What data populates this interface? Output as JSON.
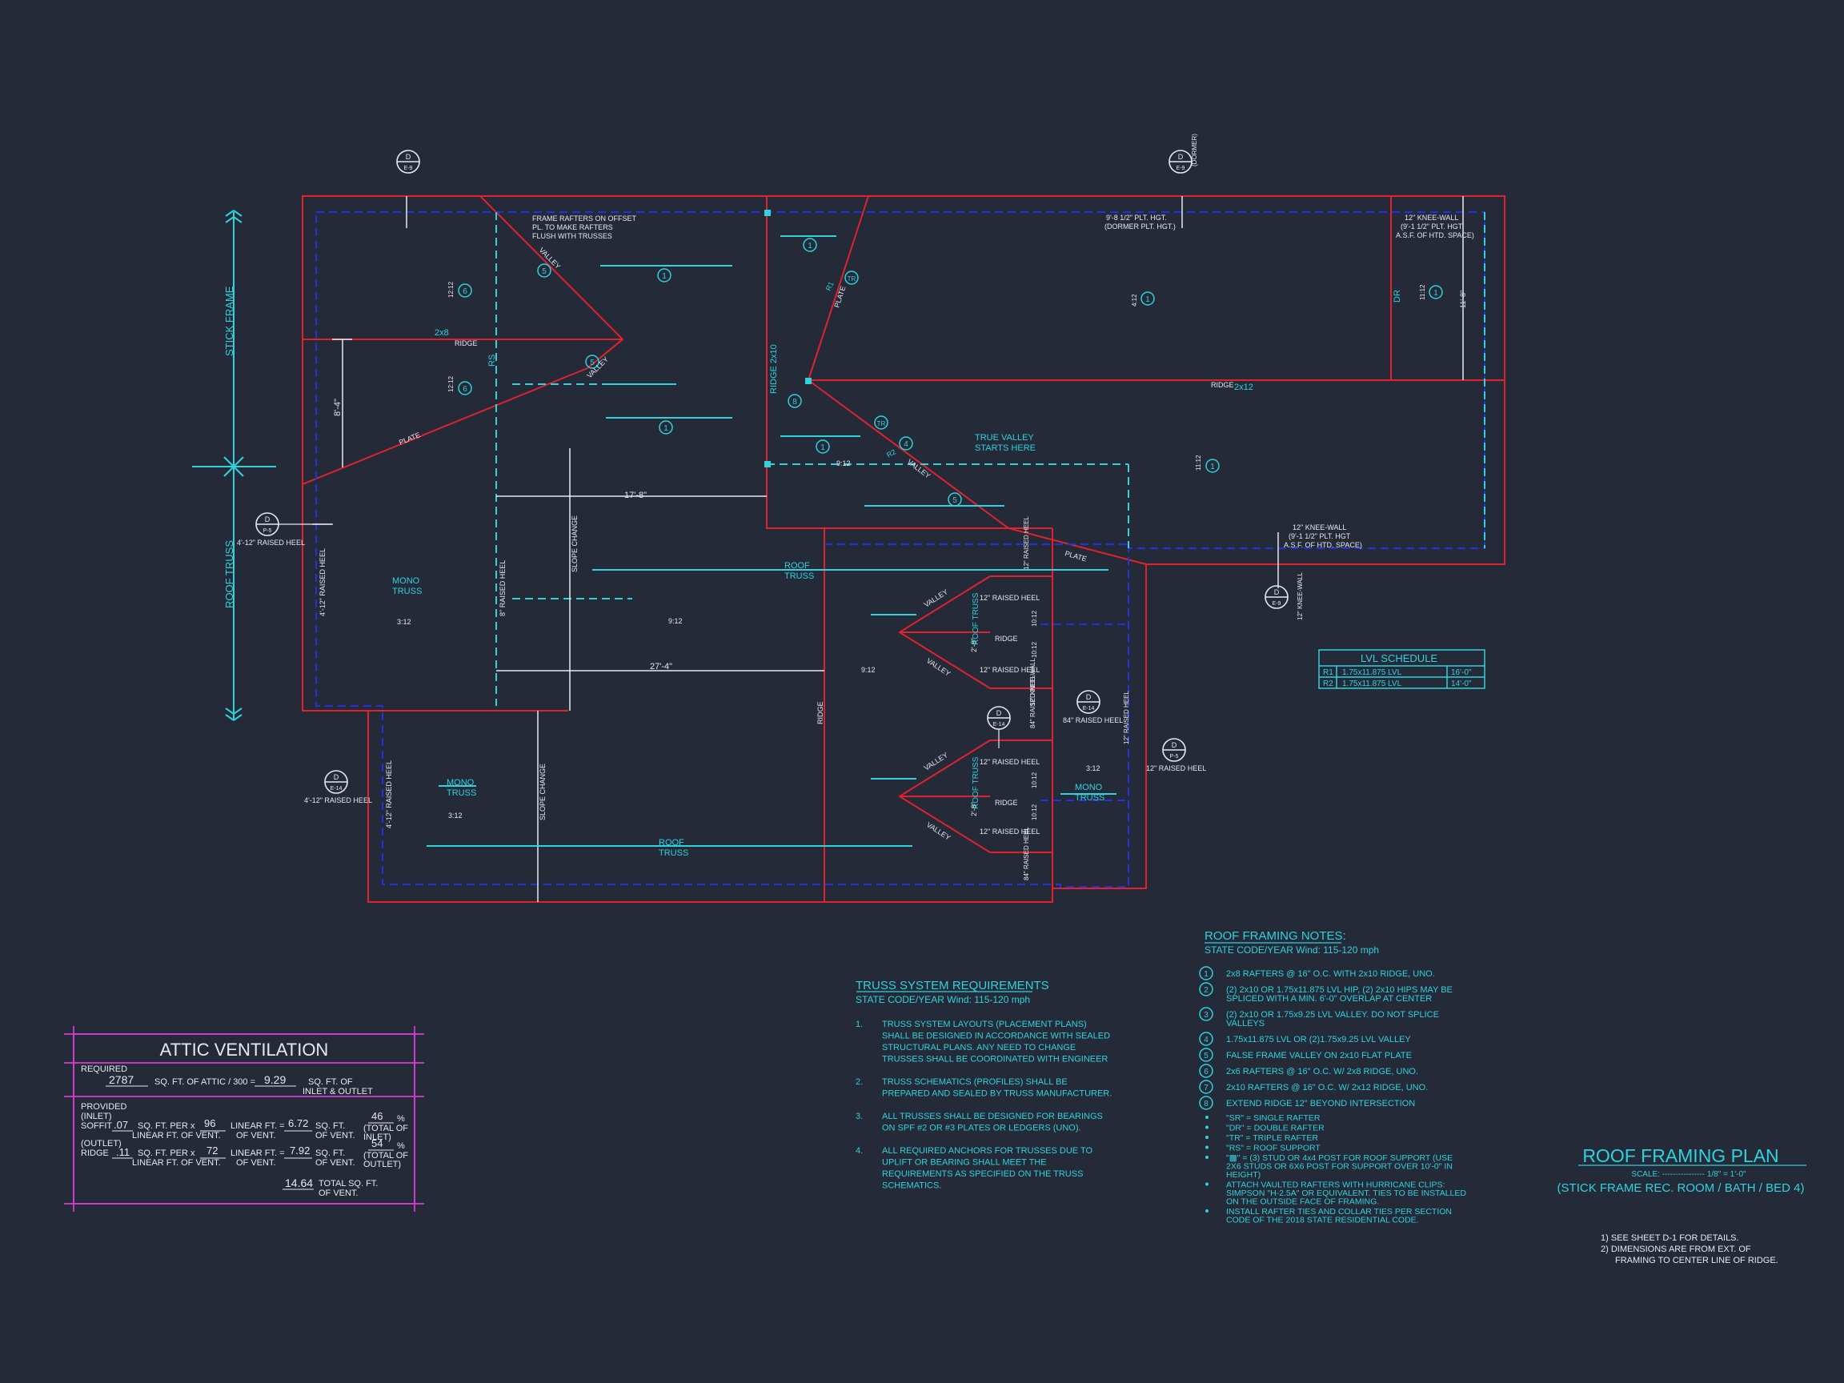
{
  "colors": {
    "background": "#252a38",
    "wall": "#e0222e",
    "bearing": "#2233dd",
    "annotation": "#2fd2dd",
    "text": "#e8e8ee",
    "frame": "#d43ad4"
  },
  "plan_labels": {
    "frame_rafters_offset": [
      "FRAME RAFTERS ON OFFSET",
      "PL. TO MAKE RAFTERS",
      "FLUSH WITH TRUSSES"
    ],
    "dormer_plt": [
      "9'-8 1/2\" PLT. HGT.",
      "(DORMER PLT. HGT.)"
    ],
    "knee_wall_top": [
      "12\" KNEE-WALL",
      "(9'-1 1/2\" PLT. HGT",
      "A.S.F. OF HTD. SPACE)"
    ],
    "knee_wall_mid": [
      "12\" KNEE-WALL",
      "(9'-1 1/2\" PLT. HGT",
      "A.S.F. OF HTD. SPACE)"
    ],
    "true_valley": [
      "TRUE VALLEY",
      "STARTS HERE"
    ],
    "stick_frame": "STICK FRAME",
    "roof_truss_side": "ROOF TRUSS",
    "valley": "VALLEY",
    "plate": "PLATE",
    "ridge": "RIDGE",
    "ridge_2x10": "RIDGE 2x10",
    "ridge_2x12": "2x12",
    "ridge_2x8": "2x8",
    "rs": "RS",
    "dr": "DR",
    "mono_truss": [
      "MONO",
      "TRUSS"
    ],
    "roof_truss": [
      "ROOF",
      "TRUSS"
    ],
    "raised_heel_4_12": "4'-12\" RAISED HEEL",
    "raised_heel_12": "12\" RAISED HEEL",
    "raised_heel_8": "8\" RAISED HEEL",
    "raised_heel_84": "84\" RAISED HEEL",
    "slope_change": "SLOPE CHANGE",
    "knee_wall_short": "12\" KNEE-WALL",
    "dim_8_4": "8'-4\"",
    "dim_17_8": "17'-8\"",
    "dim_27_4": "27'-4\"",
    "dim_11_8": "11'-8\"",
    "dim_2_8": "2'-8\"",
    "pitch_9_12": "9:12",
    "pitch_3_12": "3:12",
    "pitch_10_12": "10:12",
    "pitch_12_12": "12:12",
    "pitch_4_12": "4:12",
    "pitch_11_12": "11:12",
    "r1": "R1",
    "r2": "R2",
    "tr": "TR",
    "note_nums": [
      "1",
      "2",
      "3",
      "4",
      "5",
      "6",
      "7",
      "8"
    ],
    "sec_d": "D",
    "sec_e9": "E-9",
    "sec_p5": "P-5",
    "sec_e14": "E-14",
    "dormer": "(DORMER)"
  },
  "lvl_schedule": {
    "title": "LVL SCHEDULE",
    "rows": [
      {
        "mark": "R1",
        "member": "1.75x11.875 LVL",
        "length": "16'-0\""
      },
      {
        "mark": "R2",
        "member": "1.75x11.875 LVL",
        "length": "14'-0\""
      }
    ]
  },
  "attic_ventilation": {
    "title": "ATTIC VENTILATION",
    "required": "REQUIRED",
    "attic_sqft": "2787",
    "attic_div": "SQ. FT. OF ATTIC / 300 =",
    "vent_req": "9.29",
    "vent_req_unit": [
      "SQ. FT. OF",
      "INLET & OUTLET"
    ],
    "provided": "PROVIDED",
    "inlet": "(INLET)",
    "soffit": "SOFFIT",
    "soffit_per": ".07",
    "per_label": "SQ. FT. PER x",
    "per_label2": "LINEAR FT. OF VENT.",
    "soffit_ft": "96",
    "lin_ft": "LINEAR FT. =",
    "lin_ft2": "OF VENT.",
    "soffit_sqft": "6.72",
    "sqft": "SQ. FT.",
    "sqft2": "OF VENT.",
    "soffit_pct": "46",
    "pct": "%",
    "total_inlet": [
      "(TOTAL OF",
      "INLET)"
    ],
    "outlet": "(OUTLET)",
    "ridge": "RIDGE",
    "ridge_per": ".11",
    "ridge_ft": "72",
    "ridge_sqft": "7.92",
    "ridge_pct": "54",
    "total_outlet": [
      "(TOTAL OF",
      "OUTLET)"
    ],
    "total": "14.64",
    "total_label": [
      "TOTAL SQ. FT.",
      "OF VENT."
    ]
  },
  "truss_requirements": {
    "title": "TRUSS SYSTEM REQUIREMENTS",
    "state": "STATE CODE/YEAR Wind: 115-120 mph",
    "items": [
      {
        "num": "1.",
        "lines": [
          "TRUSS SYSTEM LAYOUTS (PLACEMENT PLANS)",
          "SHALL BE DESIGNED IN ACCORDANCE WITH SEALED",
          "STRUCTURAL PLANS. ANY NEED TO CHANGE",
          "TRUSSES SHALL BE COORDINATED WITH ENGINEER"
        ]
      },
      {
        "num": "2.",
        "lines": [
          "TRUSS SCHEMATICS (PROFILES) SHALL BE",
          "PREPARED AND SEALED BY TRUSS MANUFACTURER."
        ]
      },
      {
        "num": "3.",
        "lines": [
          "ALL TRUSSES SHALL BE DESIGNED FOR BEARINGS",
          "ON SPF #2 OR #3 PLATES OR LEDGERS (UNO)."
        ]
      },
      {
        "num": "4.",
        "lines": [
          "ALL REQUIRED ANCHORS FOR TRUSSES DUE TO",
          "UPLIFT OR BEARING SHALL MEET THE",
          "REQUIREMENTS AS SPECIFIED ON THE TRUSS",
          "SCHEMATICS."
        ]
      }
    ]
  },
  "roof_notes": {
    "title": "ROOF FRAMING NOTES:",
    "state": "STATE CODE/YEAR Wind: 115-120 mph",
    "items": [
      {
        "num": "1",
        "lines": [
          "2x8 RAFTERS @ 16\" O.C. WITH 2x10 RIDGE, UNO."
        ]
      },
      {
        "num": "2",
        "lines": [
          "(2) 2x10 OR 1.75x11.875 LVL HIP, (2) 2x10 HIPS MAY BE",
          "SPLICED WITH A MIN. 6'-0\" OVERLAP AT CENTER"
        ]
      },
      {
        "num": "3",
        "lines": [
          "(2) 2x10 OR 1.75x9.25 LVL VALLEY. DO NOT SPLICE",
          "VALLEYS"
        ]
      },
      {
        "num": "4",
        "lines": [
          "1.75x11.875 LVL OR (2)1.75x9.25 LVL VALLEY"
        ]
      },
      {
        "num": "5",
        "lines": [
          "FALSE FRAME VALLEY ON 2x10 FLAT PLATE"
        ]
      },
      {
        "num": "6",
        "lines": [
          "2x6 RAFTERS @ 16\" O.C. W/ 2x8 RIDGE, UNO."
        ]
      },
      {
        "num": "7",
        "lines": [
          "2x10 RAFTERS @ 16\" O.C. W/ 2x12 RIDGE, UNO."
        ]
      },
      {
        "num": "8",
        "lines": [
          "EXTEND RIDGE 12\" BEYOND INTERSECTION"
        ]
      }
    ],
    "bullets": [
      [
        "\"SR\" = SINGLE RAFTER"
      ],
      [
        "\"DR\" = DOUBLE RAFTER"
      ],
      [
        "\"TR\" = TRIPLE RAFTER"
      ],
      [
        "\"RS\" = ROOF SUPPORT"
      ],
      [
        "\"▩\" = (3) STUD OR 4x4 POST FOR ROOF SUPPORT (USE",
        "2X6 STUDS OR 6X6 POST FOR SUPPORT OVER 10'-0\" IN",
        "HEIGHT)"
      ],
      [
        "ATTACH VAULTED RAFTERS WITH HURRICANE CLIPS:",
        "SIMPSON \"H-2.5A\" OR EQUIVALENT. TIES TO BE INSTALLED",
        "ON THE OUTSIDE FACE OF FRAMING."
      ],
      [
        "INSTALL RAFTER TIES AND COLLAR TIES PER SECTION",
        "CODE OF THE 2018 STATE RESIDENTIAL CODE."
      ]
    ]
  },
  "title_block": {
    "title": "ROOF FRAMING PLAN",
    "scale": "SCALE: ---------------- 1/8\" = 1'-0\"",
    "subtitle": "(STICK FRAME REC. ROOM / BATH / BED 4)",
    "notes": [
      "1) SEE SHEET D-1 FOR DETAILS.",
      "2) DIMENSIONS ARE FROM EXT. OF",
      "FRAMING TO CENTER LINE OF RIDGE."
    ]
  }
}
